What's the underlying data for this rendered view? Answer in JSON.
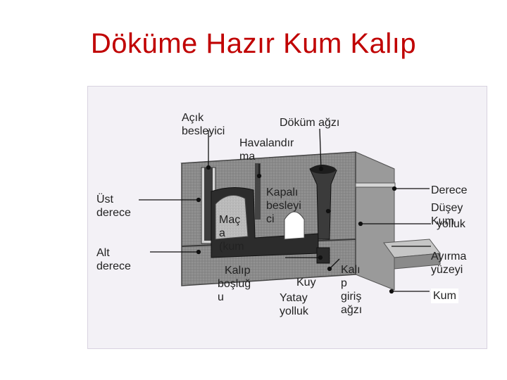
{
  "title": "Döküme Hazır Kum Kalıp",
  "labels": {
    "acik_besleyici_1": "Açık",
    "acik_besleyici_2": "besleyici",
    "dokum_agzi": "Döküm ağzı",
    "havalandirma_1": "Havalandır",
    "havalandirma_2": "ma",
    "kapali_besleyici_1": "Kapalı",
    "kapali_besleyici_2": "besleyi",
    "kapali_besleyici_3": "ci",
    "ust_derece_1": "Üst",
    "ust_derece_2": "derece",
    "alt_derece_1": "Alt",
    "alt_derece_2": "derece",
    "maca_1": "Maç",
    "maca_2": "a",
    "maca_3": "(kum",
    "kalip_boslugu_1": "Kalıp",
    "kalip_boslugu_2": "boşluğ",
    "kalip_boslugu_3": "u",
    "kuyu": "Kuy",
    "yatay_yolluk_1": "Yatay",
    "yatay_yolluk_2": "yolluk",
    "kalip_giris_1": "Kalı",
    "kalip_giris_2": "p",
    "kalip_giris_3": "giriş",
    "kalip_giris_4": "ağzı",
    "derece": "Derece",
    "dusey_yolluk_1": "Düşey",
    "dusey_yolluk_2": "Kum",
    "dusey_yolluk_3": "yolluk",
    "ayirma_yuzeyi_1": "Ayırma",
    "ayirma_yuzeyi_2": "yüzeyi",
    "kum": "Kum"
  },
  "colors": {
    "title": "#c00000",
    "sand_dark": "#6e6e6e",
    "sand_mid": "#9a9a9a",
    "sand_light": "#c8c8c8",
    "cavity": "#2a2a2a"
  }
}
